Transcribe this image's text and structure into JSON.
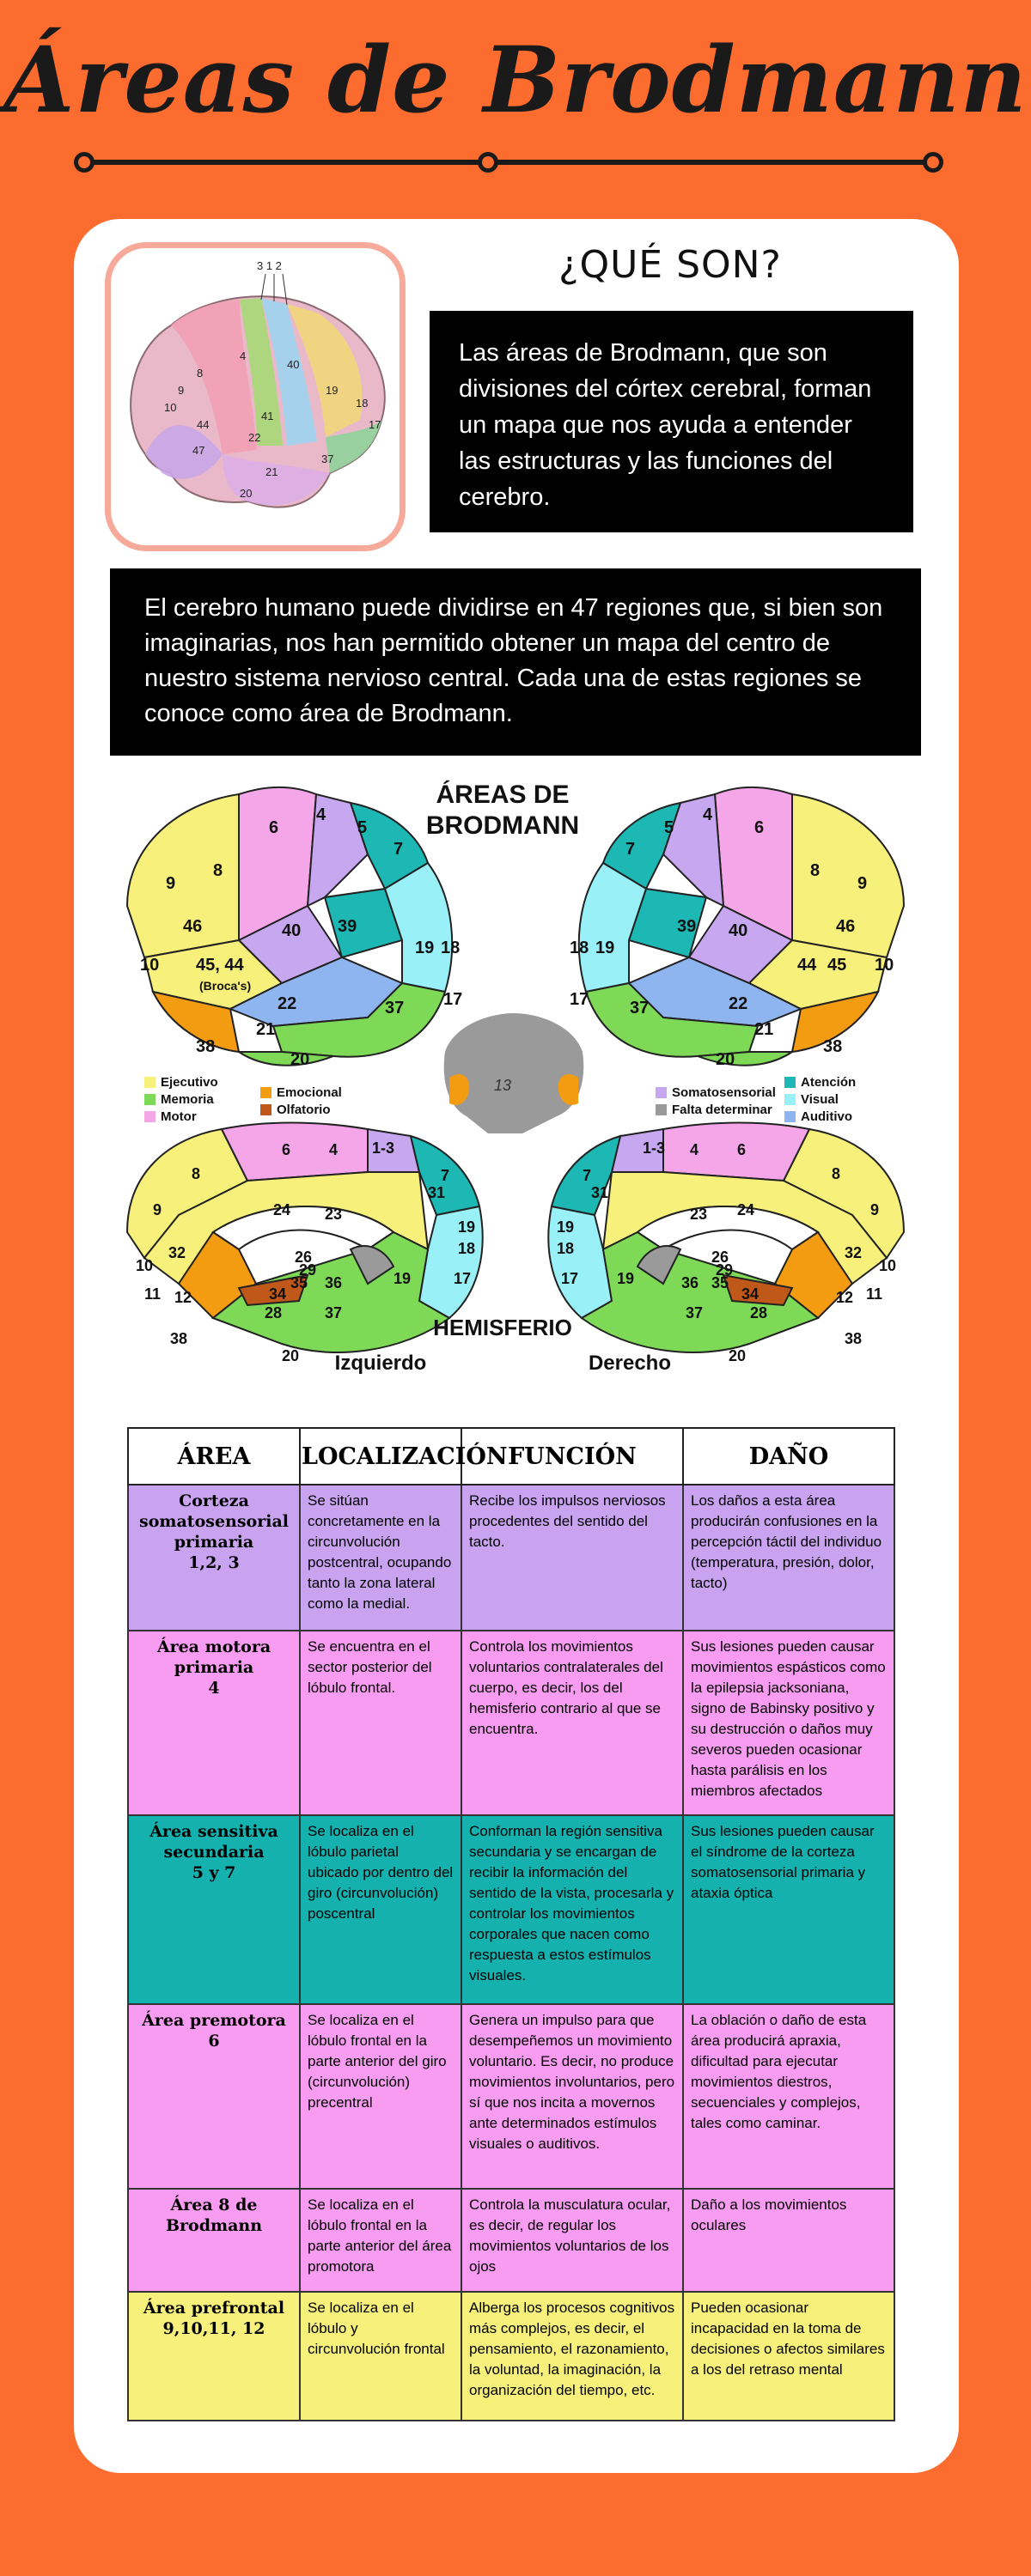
{
  "title": "Áreas de Brodmann",
  "section_heading": "¿QUÉ SON?",
  "intro_text": "Las áreas de Brodmann, que son divisiones del córtex cerebral, forman un mapa que nos ayuda a entender las estructuras y las funciones del cerebro.",
  "regions_text": "El cerebro humano puede dividirse en 47 regiones que, si bien son imaginarias, nos han permitido obtener un mapa del centro de nuestro sistema nervioso central. Cada una de estas regiones se conoce como área de Brodmann.",
  "diagram": {
    "title_line1": "ÁREAS DE",
    "title_line2": "BRODMANN",
    "hemisphere_label": "HEMISFERIO",
    "left_label": "Izquierdo",
    "right_label": "Derecho",
    "brocas_label": "(Broca's)",
    "center_label": "13",
    "legend_left": [
      {
        "label": "Ejecutivo",
        "color": "#f7f07a"
      },
      {
        "label": "Memoria",
        "color": "#7ed957"
      },
      {
        "label": "Motor",
        "color": "#f4a6e8"
      }
    ],
    "legend_mid": [
      {
        "label": "Emocional",
        "color": "#f39c12"
      },
      {
        "label": "Olfatorio",
        "color": "#c0581a"
      }
    ],
    "legend_right1": [
      {
        "label": "Somatosensorial",
        "color": "#c7a7ef"
      },
      {
        "label": "Falta determinar",
        "color": "#9a9a9a"
      }
    ],
    "legend_right2": [
      {
        "label": "Atención",
        "color": "#1db7b4"
      },
      {
        "label": "Visual",
        "color": "#9af0f7"
      },
      {
        "label": "Auditivo",
        "color": "#8fb5f0"
      }
    ]
  },
  "table": {
    "headers": [
      "ÁREA",
      "LOCALIZACIÓN",
      "FUNCIÓN",
      "DAÑO"
    ],
    "rows": [
      {
        "area": "Corteza somatosensorial primaria\n1,2, 3",
        "localizacion": "Se sitúan concretamente en la circunvolución postcentral, ocupando tanto la zona lateral como la medial.",
        "funcion": "Recibe los impulsos nerviosos procedentes del sentido del tacto.",
        "dano": "Los daños a esta área producirán confusiones en la percepción táctil del individuo (temperatura, presión, dolor, tacto)",
        "color": "#c9a3f0"
      },
      {
        "area": "Área motora primaria\n4",
        "localizacion": "Se encuentra en el sector posterior del lóbulo frontal.",
        "funcion": "Controla los movimientos voluntarios contralaterales del cuerpo, es decir, los del hemisferio contrario al que se encuentra.",
        "dano": "Sus lesiones pueden causar movimientos espásticos como la epilepsia jacksoniana, signo de Babinsky positivo y su destrucción o daños muy severos pueden ocasionar hasta parálisis en los miembros afectados",
        "color": "#f79cf0"
      },
      {
        "area": "Área sensitiva secundaria\n5 y 7",
        "localizacion": "Se localiza en el lóbulo parietal ubicado por dentro del giro (circunvolución) poscentral",
        "funcion": "Conforman la región sensitiva secundaria y se encargan de recibir la información del sentido de la vista, procesarla y controlar los movimientos corporales que nacen como respuesta a estos estímulos visuales.",
        "dano": "Sus lesiones pueden causar el síndrome de la corteza somatosensorial primaria y ataxia óptica",
        "color": "#14b1ae"
      },
      {
        "area": "Área premotora\n6",
        "localizacion": "Se localiza en el lóbulo frontal en la parte anterior del giro (circunvolución) precentral",
        "funcion": "Genera un impulso para que desempeñemos un movimiento voluntario. Es decir, no produce movimientos involuntarios, pero sí que nos incita a movernos ante determinados estímulos visuales o auditivos.",
        "dano": "La oblación o daño de esta área producirá apraxia, dificultad para ejecutar movimientos diestros, secuenciales y complejos, tales como caminar.",
        "color": "#f79cf0"
      },
      {
        "area": "Área 8 de Brodmann",
        "localizacion": "Se localiza en el lóbulo frontal en la parte anterior del área promotora",
        "funcion": "Controla la musculatura ocular, es decir, de regular los movimientos voluntarios de los ojos",
        "dano": "Daño a los movimientos oculares",
        "color": "#f79cf0"
      },
      {
        "area": "Área prefrontal\n9,10,11, 12",
        "localizacion": "Se localiza en el lóbulo y circunvolución frontal",
        "funcion": "Alberga los procesos cognitivos más complejos, es decir, el pensamiento, el razonamiento, la voluntad, la imaginación, la organización del tiempo, etc.",
        "dano": "Pueden ocasionar incapacidad en la toma de decisiones o afectos similares a los del retraso mental",
        "color": "#f7f07a"
      }
    ]
  }
}
